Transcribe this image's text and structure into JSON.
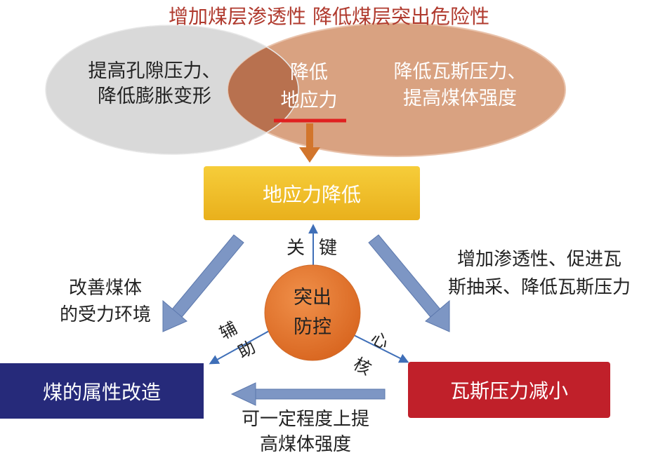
{
  "top_title": "增加煤层渗透性  降低煤层突出危险性",
  "venn": {
    "left": [
      "提高孔隙压力、",
      "降低膨胀变形"
    ],
    "overlap": [
      "降低",
      "地应力"
    ],
    "right": [
      "降低瓦斯压力、",
      "提高煤体强度"
    ]
  },
  "boxes": {
    "stress": "地应力降低",
    "coal": "煤的属性改造",
    "gas": "瓦斯压力减小"
  },
  "center": [
    "突出",
    "防控"
  ],
  "arrow_labels": {
    "key": [
      "关",
      "键"
    ],
    "aux": [
      "辅",
      "助"
    ],
    "core": [
      "核",
      "心"
    ]
  },
  "side_labels": {
    "left": [
      "改善煤体",
      "的受力环境"
    ],
    "right": [
      "增加渗透性、促进瓦",
      "斯抽采、降低瓦斯压力"
    ],
    "bottom": [
      "可一定程度上提",
      "高煤体强度"
    ]
  },
  "colors": {
    "title": "#b03a2e",
    "gray_ellipse": "#d9d9d9",
    "orange_ellipse": "#d69a76",
    "overlap": "#b8714f",
    "underline": "#e02020",
    "stress_box": "#f2c12e",
    "coal_box": "#262a7a",
    "gas_box": "#c0202a",
    "circle": "#e3732a",
    "arrow": "#7d96c4",
    "thin_arrow": "#3f6fb8"
  }
}
